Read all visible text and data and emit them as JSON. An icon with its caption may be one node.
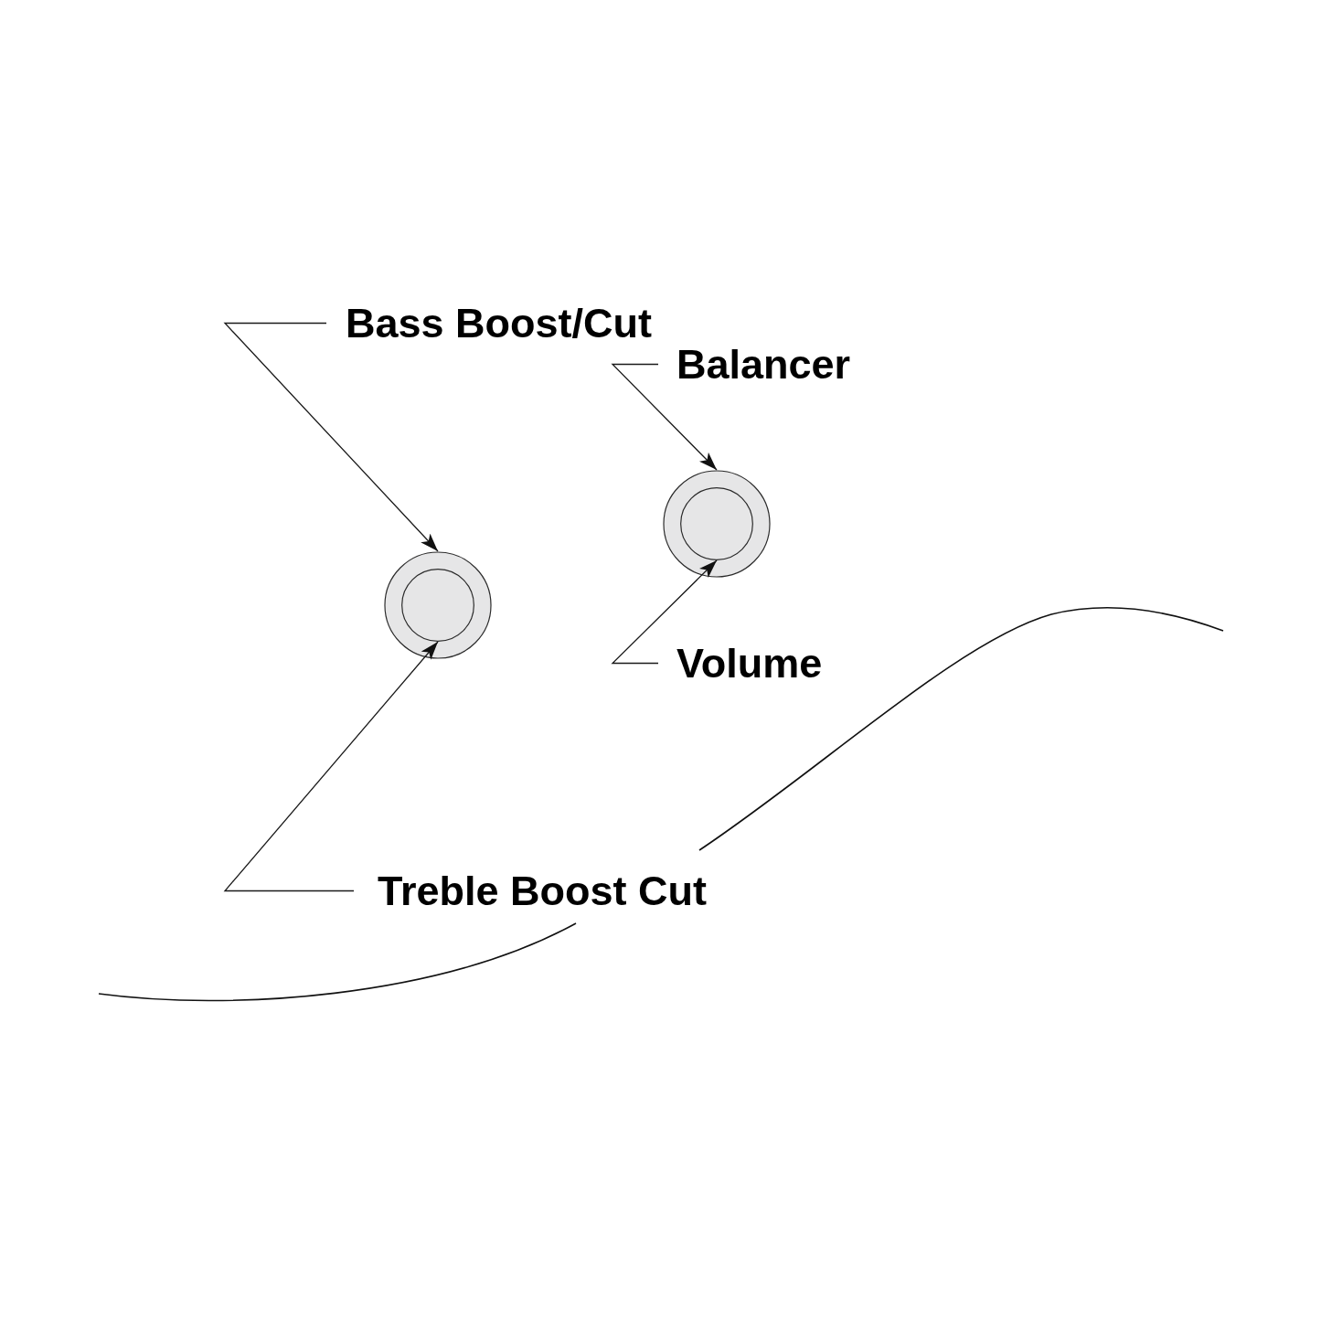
{
  "diagram": {
    "nodes": [
      {
        "text": [
          "Bass Boost/Cut"
        ]
      },
      {
        "text": [
          "Balancer"
        ]
      },
      {
        "text": [],
        "shape": "circle"
      },
      {
        "text": [],
        "shape": "circle"
      },
      {
        "text": [
          "Volume"
        ]
      },
      {
        "text": [
          "Treble Boost Cut"
        ]
      }
    ],
    "edges": [
      {
        "from": 0,
        "to": 3,
        "arrow": "to"
      },
      {
        "from": 1,
        "to": 2,
        "arrow": "to"
      },
      {
        "from": 4,
        "to": 2,
        "arrow": "to"
      },
      {
        "from": 5,
        "to": 3,
        "arrow": "to"
      }
    ]
  }
}
